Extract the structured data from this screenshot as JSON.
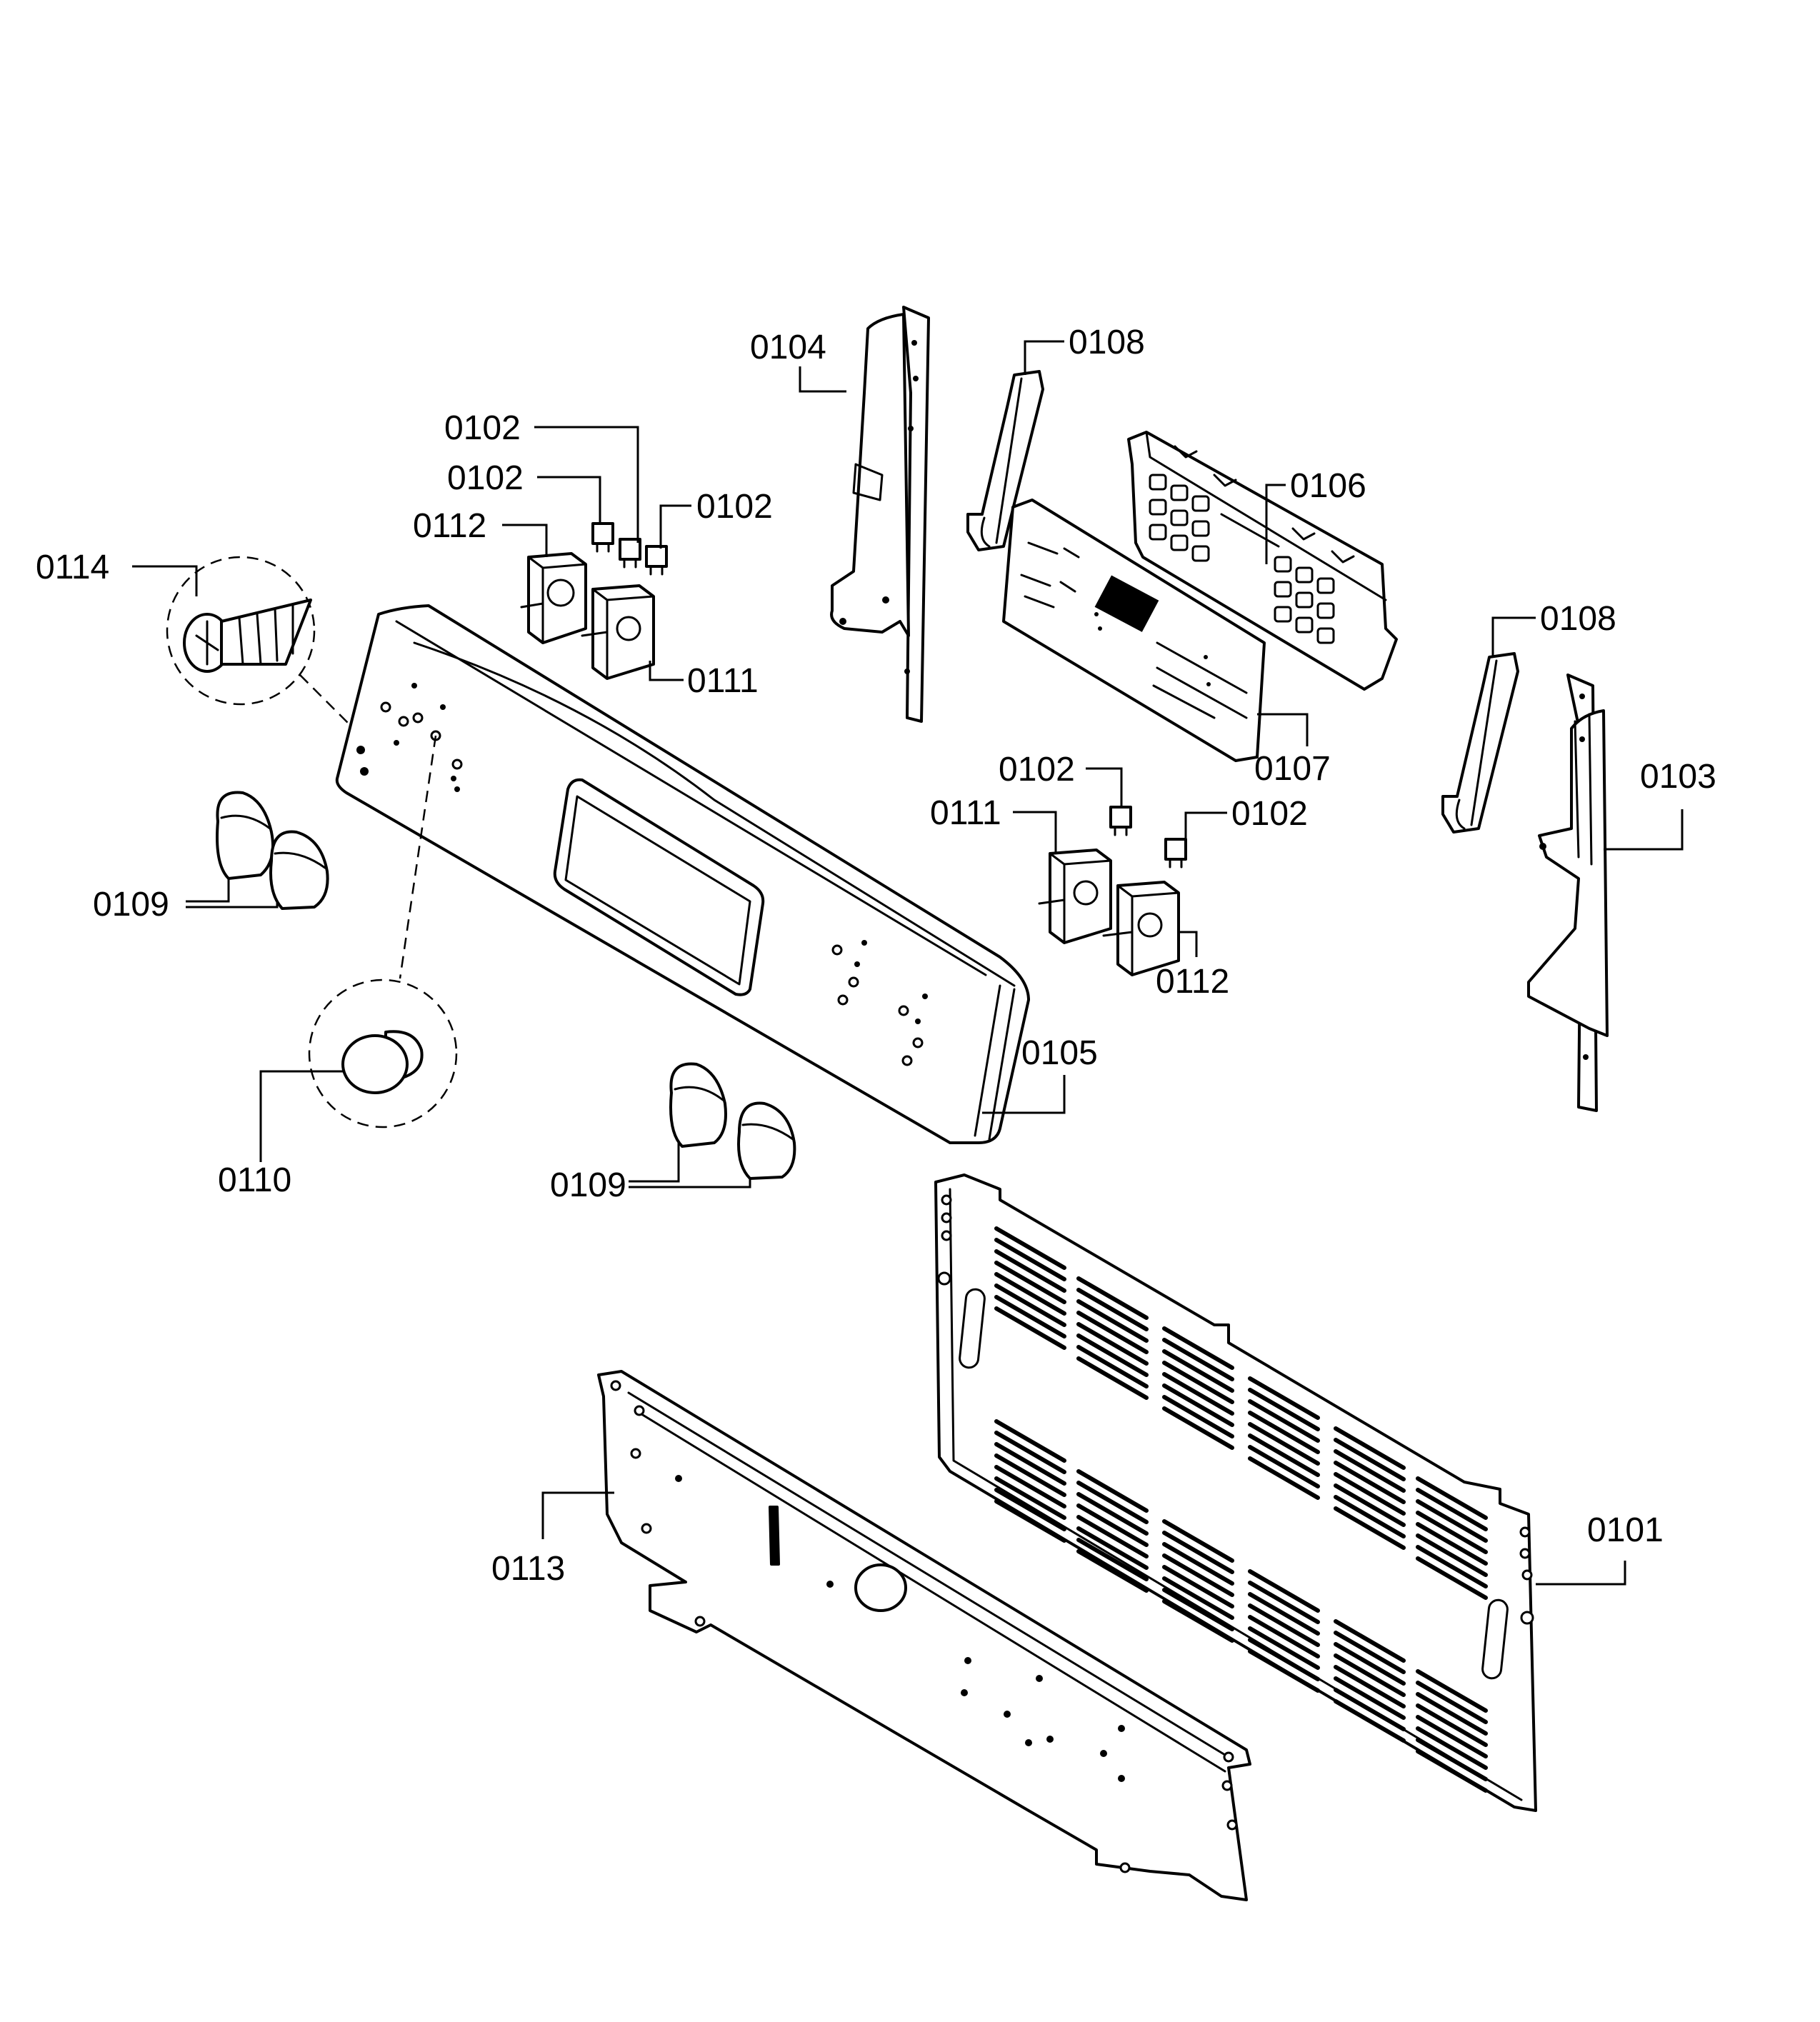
{
  "callouts": {
    "c0101": "0101",
    "c0102a": "0102",
    "c0102b": "0102",
    "c0102c": "0102",
    "c0102d": "0102",
    "c0102e": "0102",
    "c0103": "0103",
    "c0104": "0104",
    "c0105": "0105",
    "c0106": "0106",
    "c0107": "0107",
    "c0108a": "0108",
    "c0108b": "0108",
    "c0109a": "0109",
    "c0109b": "0109",
    "c0110": "0110",
    "c0111a": "0111",
    "c0111b": "0111",
    "c0112a": "0112",
    "c0112b": "0112",
    "c0113": "0113",
    "c0114": "0114"
  }
}
